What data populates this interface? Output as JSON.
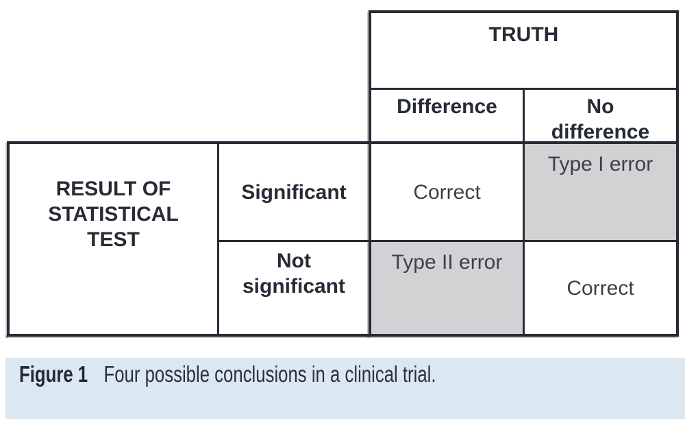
{
  "colors": {
    "ink": "#262b35",
    "cell_text": "#3b4049",
    "shaded_cell": "#d2d2d4",
    "caption_bg": "#dce8f1",
    "caption_text": "#232833"
  },
  "matrix": {
    "truth_header": "TRUTH",
    "column_headers": [
      "Difference",
      "No difference"
    ],
    "row_group_header": "RESULT OF STATISTICAL TEST",
    "row_headers": [
      "Significant",
      "Not significant"
    ],
    "cells": [
      [
        "Correct",
        "Type I error"
      ],
      [
        "Type II error",
        "Correct"
      ]
    ],
    "shaded_cells_note": "Type I error and Type II error cells have gray background"
  },
  "caption": {
    "label": "Figure 1",
    "text": "Four possible conclusions in a clinical trial."
  }
}
